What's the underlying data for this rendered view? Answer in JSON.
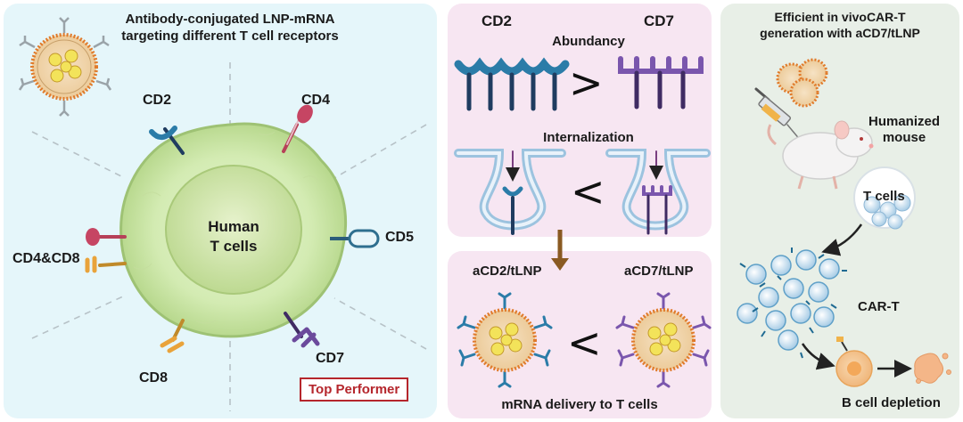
{
  "left_panel": {
    "title_line1": "Antibody-conjugated LNP-mRNA",
    "title_line2": "targeting different T cell receptors",
    "cell_label_line1": "Human",
    "cell_label_line2": "T cells",
    "receptors": {
      "cd2": "CD2",
      "cd4": "CD4",
      "cd5": "CD5",
      "cd7": "CD7",
      "cd8": "CD8",
      "cd4cd8": "CD4&CD8"
    },
    "badge": "Top Performer"
  },
  "middle_panel": {
    "left_receptor": "CD2",
    "right_receptor": "CD7",
    "abundancy_label": "Abundancy",
    "abundancy_symbol": ">",
    "internalization_label": "Internalization",
    "internalization_symbol": "<",
    "left_lnp": "aCD2/tLNP",
    "right_lnp": "aCD7/tLNP",
    "delivery_symbol": "<",
    "delivery_label": "mRNA delivery to T cells"
  },
  "right_panel": {
    "title_line1": "Efficient in vivoCAR-T",
    "title_line2": "generation with aCD7/tLNP",
    "mouse_line1": "Humanized",
    "mouse_line2": "mouse",
    "tcells_label": "T cells",
    "cart_label": "CAR-T",
    "bcell_label": "B cell depletion"
  },
  "colors": {
    "left_bg": "#e5f6fa",
    "middle_bg": "#f7e6f2",
    "right_bg": "#e8efe7",
    "cd2_color": "#1f6a92",
    "cd7_color": "#6b4a9c",
    "badge_color": "#b5262c",
    "arrow_color": "#8a5a22"
  }
}
